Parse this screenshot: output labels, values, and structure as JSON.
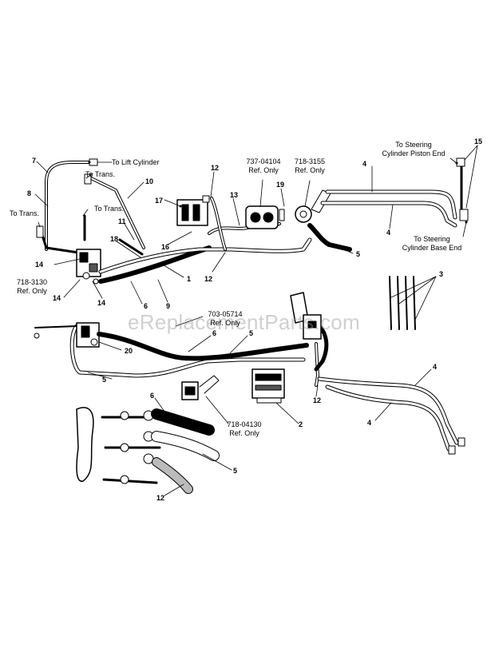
{
  "watermark": "eReplacementParts.com",
  "labels": {
    "to_lift_cylinder": "To Lift Cylinder",
    "to_trans_upper": "To Trans.",
    "to_trans_mid": "To Trans.",
    "to_trans_left": "To Trans.",
    "ref_718_3130": "718-3130",
    "ref_718_3130_sub": "Ref. Only",
    "ref_737_04104": "737-04104",
    "ref_737_04104_sub": "Ref. Only",
    "ref_718_3155": "718-3155",
    "ref_718_3155_sub": "Ref. Only",
    "steer_piston_1": "To Steering",
    "steer_piston_2": "Cylinder Piston End",
    "steer_base_1": "To Steering",
    "steer_base_2": "Cylinder Base End",
    "ref_703_05714": "703-05714",
    "ref_703_05714_sub": "Ref. Only",
    "ref_718_04130": "718-04130",
    "ref_718_04130_sub": "Ref. Only"
  },
  "callouts": {
    "n7": "7",
    "n8": "8",
    "n10": "10",
    "n11": "11",
    "n18": "18",
    "n14a": "14",
    "n14b": "14",
    "n14c": "14",
    "n6a": "6",
    "n9": "9",
    "n1": "1",
    "n12a": "12",
    "n12b": "12",
    "n12c": "12",
    "n12d": "12",
    "n17": "17",
    "n13": "13",
    "n16": "16",
    "n19": "19",
    "n4a": "4",
    "n4b": "4",
    "n4c": "4",
    "n4d": "4",
    "n15": "15",
    "n5a": "5",
    "n5b": "5",
    "n5c": "5",
    "n5d": "5",
    "n3": "3",
    "n20": "20",
    "n6b": "6",
    "n6c": "6",
    "n2": "2"
  }
}
